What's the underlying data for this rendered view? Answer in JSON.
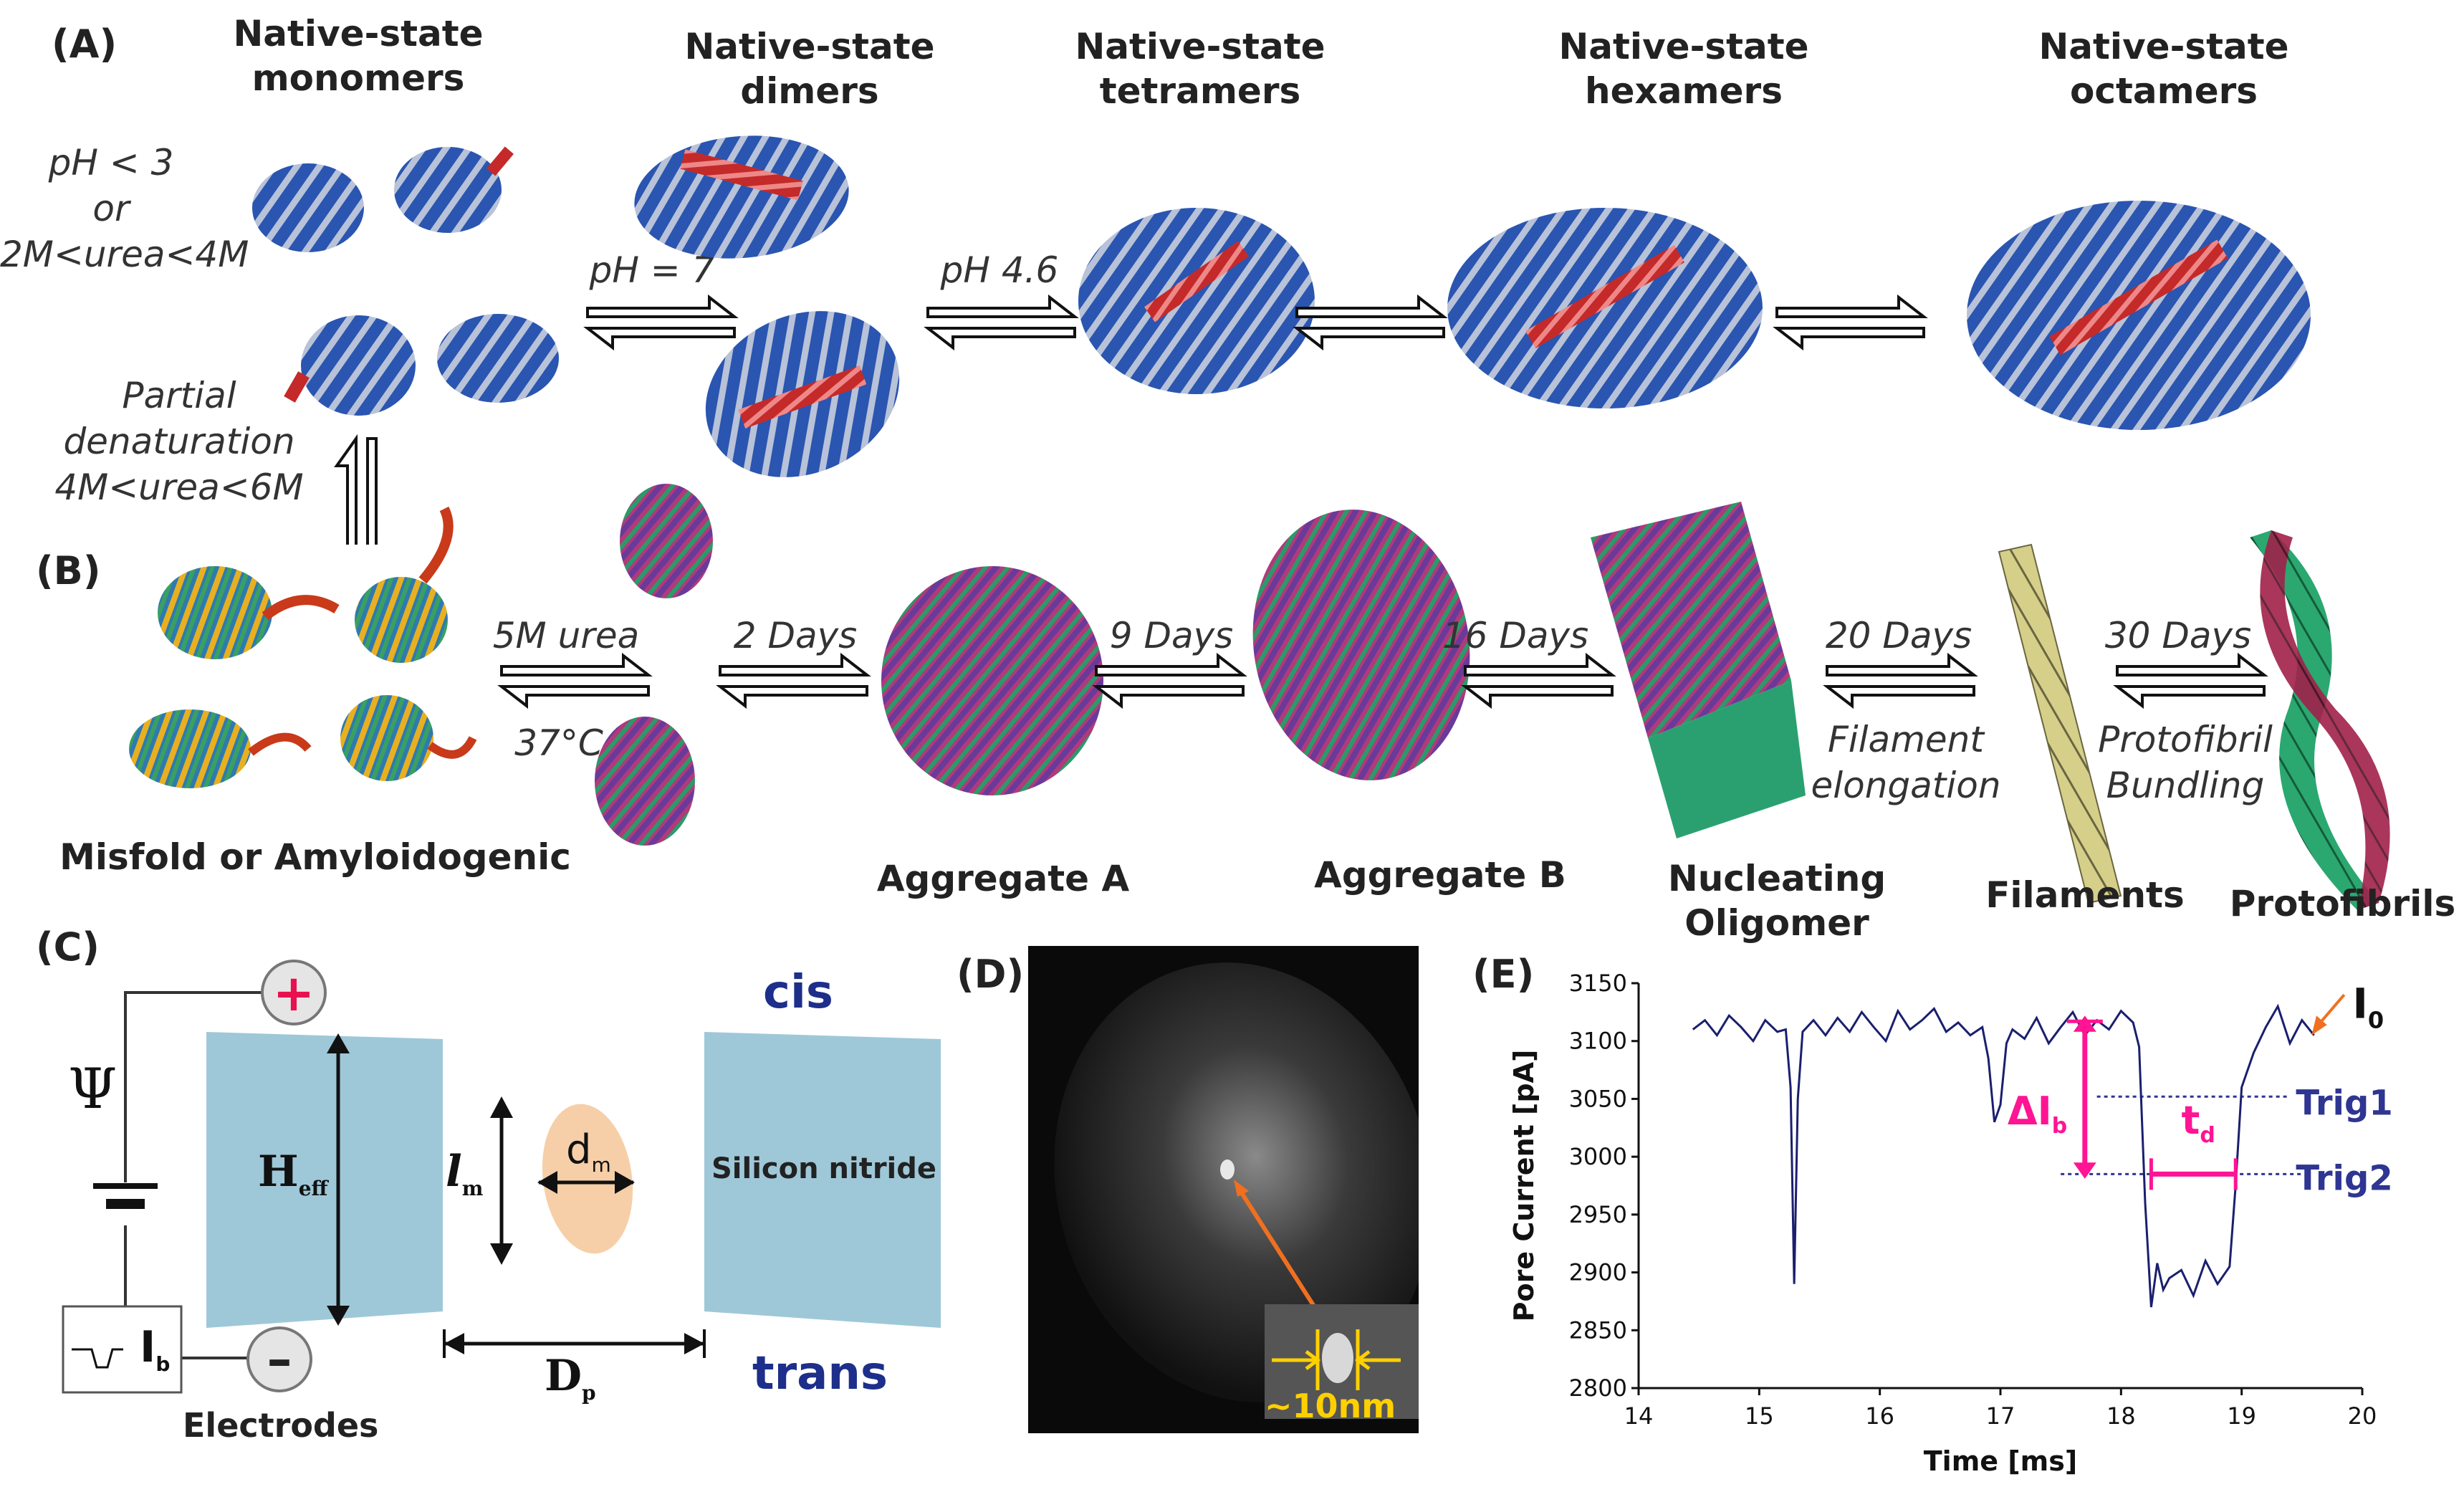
{
  "panels": {
    "a": "(A)",
    "b": "(B)",
    "c": "(C)",
    "d": "(D)",
    "e": "(E)"
  },
  "panel_a": {
    "stages": [
      {
        "title": "Native-state\nmonomers"
      },
      {
        "title": "Native-state\ndimers"
      },
      {
        "title": "Native-state\ntetramers"
      },
      {
        "title": "Native-state\nhexamers"
      },
      {
        "title": "Native-state\noctamers"
      }
    ],
    "conditions": {
      "monomer_left": "pH < 3\nor\n2M<urea<4M",
      "denature": "Partial\ndenaturation\n4M<urea<6M",
      "to_dimer": "pH = 7",
      "to_tetramer": "pH 4.6"
    }
  },
  "panel_b": {
    "stages": [
      {
        "label": "Misfold or Amyloidogenic"
      },
      {
        "label": "Aggregate A"
      },
      {
        "label": "Aggregate B"
      },
      {
        "label": "Nucleating\nOligomer"
      },
      {
        "label": "Filaments"
      },
      {
        "label": "Protofibrils"
      }
    ],
    "steps": {
      "urea_top": "5M urea",
      "urea_bottom": "37°C",
      "d2": "2 Days",
      "d9": "9 Days",
      "d16": "16 Days",
      "d20": "20 Days",
      "d20_sub": "Filament\nelongation",
      "d30": "30 Days",
      "d30_sub": "Protofibril\nBundling"
    }
  },
  "panel_c": {
    "plus": "+",
    "minus": "–",
    "psi": "Ψ",
    "heff_main": "H",
    "heff_sub": "eff",
    "lm_main": "l",
    "lm_sub": "m",
    "dm_main": "d",
    "dm_sub": "m",
    "dp_main": "D",
    "dp_sub": "p",
    "ib_main": "I",
    "ib_sub": "b",
    "silicon": "Silicon nitride",
    "cis": "cis",
    "trans": "trans",
    "electrodes": "Electrodes",
    "colors": {
      "membrane": "#9ec8d8",
      "particle": "#f6cfa8",
      "plus": "#e8114f",
      "cis_trans": "#1d2f8a"
    }
  },
  "panel_d": {
    "scale": "~10nm",
    "scale_color": "#ffd000",
    "arrow_color": "#f07020"
  },
  "panel_e": {
    "i0_main": "I",
    "i0_sub": "0",
    "trig1": "Trig1",
    "trig2": "Trig2",
    "dib_main": "ΔI",
    "dib_sub": "b",
    "td_main": "t",
    "td_sub": "d",
    "colors": {
      "trace": "#1a1f6e",
      "marker": "#ff1493",
      "trig": "#2e3592",
      "i0_arrow": "#f07020"
    }
  },
  "chart_data": {
    "type": "line",
    "xlabel": "Time [ms]",
    "ylabel": "Pore Current [pA]",
    "xlim": [
      14,
      20
    ],
    "ylim": [
      2800,
      3150
    ],
    "xticks": [
      14,
      15,
      16,
      17,
      18,
      19,
      20
    ],
    "yticks": [
      2800,
      2850,
      2900,
      2950,
      3000,
      3050,
      3100,
      3150
    ],
    "grid": false,
    "series": [
      {
        "x": [
          14.45,
          14.55,
          14.65,
          14.75,
          14.85,
          14.95,
          15.05,
          15.15,
          15.22,
          15.26,
          15.29,
          15.32,
          15.36,
          15.45,
          15.55,
          15.65,
          15.75,
          15.85,
          15.95,
          16.05,
          16.15,
          16.25,
          16.35,
          16.45,
          16.55,
          16.65,
          16.75,
          16.85,
          16.9,
          16.95,
          17.0,
          17.05,
          17.1,
          17.2,
          17.3,
          17.4,
          17.5,
          17.6,
          17.7,
          17.8,
          17.9,
          18.0,
          18.1,
          18.15,
          18.2,
          18.25,
          18.3,
          18.35,
          18.4,
          18.5,
          18.6,
          18.7,
          18.8,
          18.9,
          18.95,
          19.0,
          19.1,
          19.2,
          19.3,
          19.4,
          19.5,
          19.6
        ],
        "y": [
          3110,
          3118,
          3105,
          3122,
          3112,
          3100,
          3118,
          3108,
          3110,
          3060,
          2890,
          3050,
          3108,
          3118,
          3105,
          3120,
          3108,
          3125,
          3112,
          3100,
          3126,
          3110,
          3118,
          3128,
          3108,
          3116,
          3105,
          3112,
          3085,
          3030,
          3045,
          3098,
          3110,
          3102,
          3120,
          3098,
          3112,
          3125,
          3105,
          3118,
          3110,
          3126,
          3116,
          3095,
          2960,
          2870,
          2908,
          2885,
          2895,
          2902,
          2880,
          2910,
          2890,
          2905,
          2975,
          3060,
          3090,
          3112,
          3130,
          3098,
          3118,
          3105
        ]
      }
    ]
  }
}
